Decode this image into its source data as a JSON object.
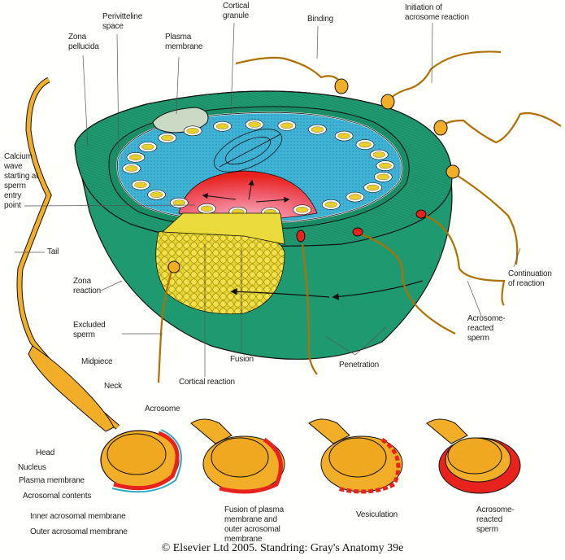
{
  "figure": {
    "colors": {
      "zona": "#1f9a70",
      "zona_dark": "#137a58",
      "cytoplasm": "#3fb3d6",
      "granule_yellow": "#e8cf2a",
      "sperm": "#f3ae28",
      "reaction_red": "#e8231e",
      "cumulus_yellow": "#f2de3a",
      "outline": "#1a1a1a"
    },
    "egg_labels": {
      "zona_pellucida": "Zona\npellucida",
      "perivitelline_space": "Perivitteline\nspace",
      "plasma_membrane": "Plasma\nmembrane",
      "cortical_granule": "Cortical\ngranule",
      "binding": "Binding",
      "initiation": "Initiation of\nacrosome reaction",
      "calcium_wave": "Calcium\nwave\nstarting at\nsperm\nentry\npoint",
      "tail": "Tail",
      "zona_reaction": "Zona\nreaction",
      "excluded_sperm": "Excluded\nsperm",
      "continuation": "Continuation\nof reaction",
      "acrosome_reacted_sperm": "Acrosome-\nreacted\nsperm",
      "fusion": "Fusion",
      "penetration": "Penetration",
      "cortical_reaction": "Cortical reaction"
    },
    "sperm_labels": {
      "midpiece": "Midpiece",
      "neck": "Neck",
      "acrosome": "Acrosome",
      "head": "Head",
      "nucleus": "Nucleus",
      "plasma_membrane": "Plasma membrane",
      "acrosomal_contents": "Acrosomal contents",
      "inner_acrosomal_membrane": "Inner acrosomal membrane",
      "outer_acrosomal_membrane": "Outer acrosomal membrane"
    },
    "stage_labels": {
      "fusion_stage": "Fusion of plasma\nmembrane and\nouter acrosomal\nmembrane",
      "vesiculation": "Vesiculation",
      "reacted": "Acrosome-\nreacted\nsperm"
    },
    "copyright": "© Elsevier Ltd 2005. Standring: Gray's Anatomy 39e"
  }
}
